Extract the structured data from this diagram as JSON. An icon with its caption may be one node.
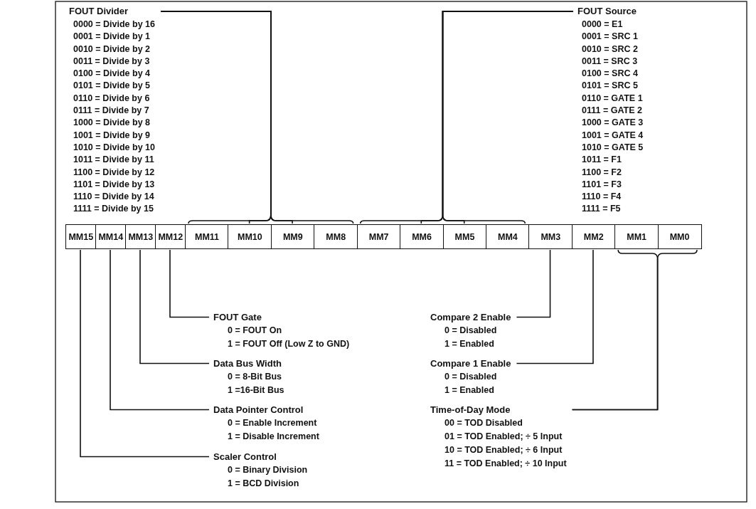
{
  "diagram": {
    "nodes": [
      {
        "text": [
          "FOUT Divider",
          "0000 = Divide by 16",
          "0001 = Divide by 1",
          "0010 = Divide by 2",
          "0011 = Divide by 3",
          "0100 = Divide by 4",
          "0101 = Divide by 5",
          "0110 = Divide by 6",
          "0111 = Divide by 7",
          "1000 = Divide by 8",
          "1001 = Divide by 9",
          "1010 = Divide by 10",
          "1011 = Divide by 11",
          "1100 = Divide by 12",
          "1101 = Divide by 13",
          "1110 = Divide by 14",
          "1111 = Divide by 15"
        ]
      },
      {
        "text": [
          "FOUT Source",
          "0000 = E1",
          "0001 = SRC 1",
          "0010 = SRC 2",
          "0011 = SRC 3",
          "0100 = SRC 4",
          "0101 = SRC 5",
          "0110 = GATE 1",
          "0111 = GATE 2",
          "1000 = GATE 3",
          "1001 = GATE 4",
          "1010 = GATE 5",
          "1011 = F1",
          "1100 = F2",
          "1101 = F3",
          "1110 = F4",
          "1111 = F5"
        ]
      },
      {
        "text": [
          "MM15"
        ]
      },
      {
        "text": [
          "MM14"
        ]
      },
      {
        "text": [
          "MM13"
        ]
      },
      {
        "text": [
          "MM12"
        ]
      },
      {
        "text": [
          "MM11"
        ]
      },
      {
        "text": [
          "MM10"
        ]
      },
      {
        "text": [
          "MM9"
        ]
      },
      {
        "text": [
          "MM8"
        ]
      },
      {
        "text": [
          "MM7"
        ]
      },
      {
        "text": [
          "MM6"
        ]
      },
      {
        "text": [
          "MM5"
        ]
      },
      {
        "text": [
          "MM4"
        ]
      },
      {
        "text": [
          "MM3"
        ]
      },
      {
        "text": [
          "MM2"
        ]
      },
      {
        "text": [
          "MM1"
        ]
      },
      {
        "text": [
          "MM0"
        ]
      },
      {
        "text": [
          "FOUT Gate",
          "0 = FOUT On",
          "1 = FOUT Off (Low Z to GND)"
        ]
      },
      {
        "text": [
          "Compare 2 Enable",
          "0 = Disabled",
          "1 = Enabled"
        ]
      },
      {
        "text": [
          "Data Bus Width",
          "0 = 8-Bit Bus",
          "1 =16-Bit Bus"
        ]
      },
      {
        "text": [
          "Compare 1 Enable",
          "0 = Disabled",
          "1 = Enabled"
        ]
      },
      {
        "text": [
          "Data Pointer Control",
          "0 = Enable Increment",
          "1 = Disable Increment"
        ]
      },
      {
        "text": [
          "Time-of-Day Mode",
          "00 = TOD Disabled",
          "01 = TOD Enabled; ÷ 5 Input",
          "10 = TOD Enabled; ÷ 6 Input",
          "11 = TOD Enabled; ÷ 10 Input"
        ]
      },
      {
        "text": [
          "Scaler Control",
          "0 = Binary Division",
          "1 = BCD Division"
        ]
      }
    ],
    "edges": [
      {
        "from": 0,
        "to": 6,
        "arrow": "none"
      },
      {
        "from": 0,
        "to": 7,
        "arrow": "none"
      },
      {
        "from": 0,
        "to": 8,
        "arrow": "none"
      },
      {
        "from": 0,
        "to": 9,
        "arrow": "none"
      },
      {
        "from": 1,
        "to": 10,
        "arrow": "none"
      },
      {
        "from": 1,
        "to": 11,
        "arrow": "none"
      },
      {
        "from": 1,
        "to": 12,
        "arrow": "none"
      },
      {
        "from": 1,
        "to": 13,
        "arrow": "none"
      },
      {
        "from": 18,
        "to": 5,
        "arrow": "none"
      },
      {
        "from": 19,
        "to": 14,
        "arrow": "none"
      },
      {
        "from": 20,
        "to": 4,
        "arrow": "none"
      },
      {
        "from": 21,
        "to": 15,
        "arrow": "none"
      },
      {
        "from": 22,
        "to": 3,
        "arrow": "none"
      },
      {
        "from": 23,
        "to": 16,
        "arrow": "none"
      },
      {
        "from": 23,
        "to": 17,
        "arrow": "none"
      },
      {
        "from": 24,
        "to": 2,
        "arrow": "none"
      }
    ]
  }
}
